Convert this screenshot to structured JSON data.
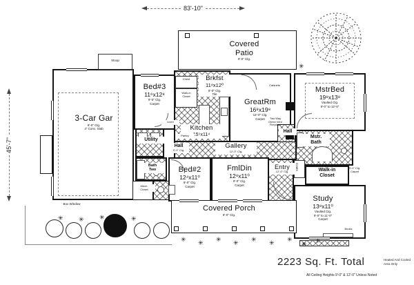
{
  "meta": {
    "total_area": "2223 Sq. Ft. Total",
    "area_note_line1": "Heated And Cooled",
    "area_note_line2": "Area Only",
    "ceiling_note": "All Ceiling Heights 9'-0\" & 12'-0\" Unless Noted"
  },
  "dimensions": {
    "overall_width": "83'-10\"",
    "overall_height": "45'-7\""
  },
  "rooms": {
    "garage": {
      "name": "3-Car Gar",
      "note1": "8'-0\" Clg.",
      "note2": "4\" Conc. Slab"
    },
    "stoop": {
      "name": "Stoop"
    },
    "bed3": {
      "name": "Bed#3",
      "size": "11⁶x12⁸",
      "note1": "9'-0\" Clg.",
      "note2": "Carpet"
    },
    "brkfst": {
      "name": "Brkfst",
      "size": "11⁸x12⁰",
      "note1": "9'-0\" Clg.",
      "note2": "Tile"
    },
    "kitchen": {
      "name": "Kitchen",
      "size": "15⁵x11⁴"
    },
    "greatrm": {
      "name": "GreatRm",
      "size": "16⁸x19⁸",
      "note1": "12'-0\" Clg.",
      "note2": "Carpet"
    },
    "utility": {
      "name": "Utility"
    },
    "bath_two": {
      "name1": "Bath",
      "name2": "Two"
    },
    "mech": {
      "name1": "Mech.",
      "name2": "Closet"
    },
    "hall_left": {
      "name": "Hall",
      "note1": "9'-0\" Clg."
    },
    "hall_right": {
      "name": "Hall"
    },
    "gallery": {
      "name": "Gallery",
      "note1": "12'-0\" Clg."
    },
    "bed2": {
      "name": "Bed#2",
      "size": "12⁴x11⁰",
      "note1": "9'-0\" Clg.",
      "note2": "Carpet"
    },
    "fmldin": {
      "name": "FmlDin",
      "size": "12⁸x11⁰",
      "note1": "9'-0\" Clg.",
      "note2": "Carpet"
    },
    "entry": {
      "name": "Entry",
      "note1": "12'-0\" Clg."
    },
    "mstrbed": {
      "name": "MstrBed",
      "size": "19⁸x13⁸",
      "note1": "Vaulted Clg.",
      "note2": "9'-0\" to 12'-0\""
    },
    "mstrbath": {
      "name1": "Mstr.",
      "name2": "Bath"
    },
    "walkin": {
      "name1": "Walk-in",
      "name2": "Closet",
      "note1": "9'-0\" Clg.",
      "note2": "Carpet"
    },
    "study": {
      "name": "Study",
      "size": "13⁸x11⁰",
      "note1": "Vaulted Clg.",
      "note2": "9'-0\" to 11'-0\"",
      "note3": "Carpet"
    },
    "porch": {
      "name": "Covered Porch",
      "note1": "9'-0\" Clg."
    },
    "patio": {
      "name": "Covered Patio",
      "note1": "9'-0\" Clg."
    }
  },
  "labels": {
    "cabinets": "Cabinets",
    "fireplace_line1": "Two Way",
    "fireplace_line2": "Direct Vent",
    "fireplace_line3": "Fireplace",
    "chest": "Chest",
    "bed3_closet_line1": "Walk-in",
    "bed3_closet_line2": "Closet",
    "linen": "Linen",
    "pantry": "Pantry",
    "coats": "Coats",
    "books": "Books",
    "box_window": "Box Window"
  },
  "decor": {
    "plant": "✳"
  }
}
